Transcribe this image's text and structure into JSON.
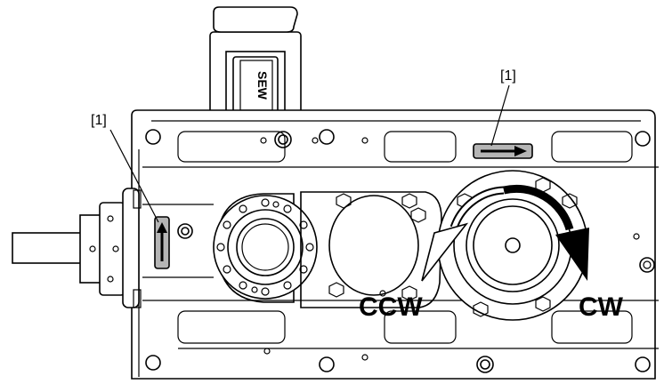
{
  "callouts": {
    "left": "[1]",
    "top": "[1]"
  },
  "motor_brand": "SEW",
  "rotation": {
    "ccw_label": "CCW",
    "cw_label": "CW"
  },
  "colors": {
    "arrow_indicator_fill": "#b5b5b5",
    "line": "#000000",
    "background": "#ffffff"
  }
}
